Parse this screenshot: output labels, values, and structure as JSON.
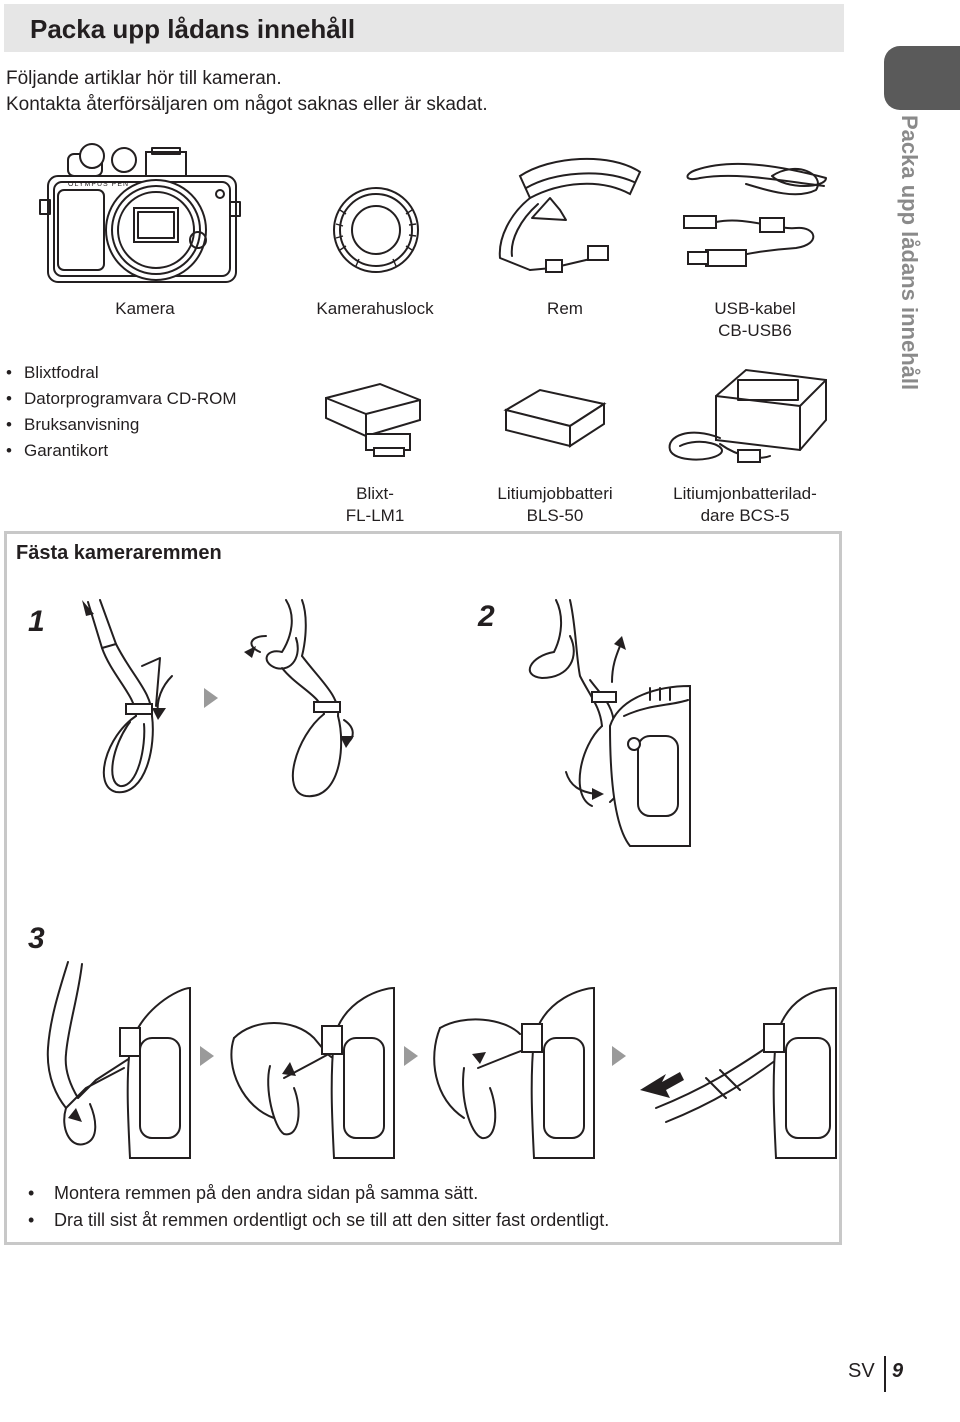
{
  "header": {
    "title": "Packa upp lådans innehåll"
  },
  "intro": {
    "line1": "Följande artiklar hör till kameran.",
    "line2": "Kontakta återförsäljaren om något saknas eller är skadat."
  },
  "side_tab": {
    "label": "Packa upp lådans innehåll"
  },
  "items": {
    "camera": "Kamera",
    "body_cap": "Kamerahuslock",
    "strap": "Rem",
    "usb_line1": "USB-kabel",
    "usb_line2": "CB-USB6",
    "flash_line1": "Blixt-",
    "flash_line2": "FL-LM1",
    "battery_line1": "Litiumjobbatteri",
    "battery_line2": "BLS-50",
    "charger_line1": "Litiumjonbatterilad-",
    "charger_line2": "dare BCS-5"
  },
  "extras": [
    "Blixtfodral",
    "Datorprogramvara CD-ROM",
    "Bruksanvisning",
    "Garantikort"
  ],
  "camera_brand": "OLYMPUS PEN",
  "strap_section": {
    "title": "Fästa kameraremmen",
    "step1": "1",
    "step2": "2",
    "step3": "3",
    "notes": [
      "Montera remmen på den andra sidan på samma sätt.",
      "Dra till sist åt remmen ordentligt och se till att den sitter fast ordentligt."
    ]
  },
  "footer": {
    "lang": "SV",
    "page": "9"
  }
}
